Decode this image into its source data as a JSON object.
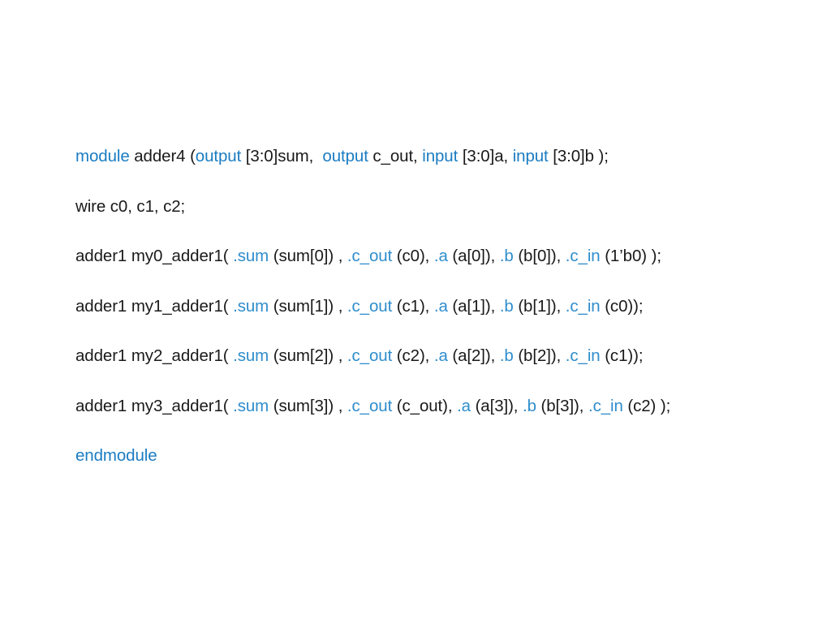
{
  "slide": {
    "background_color": "#ffffff",
    "text_color": "#1a1a1a",
    "keyword_color": "#1b7cc2",
    "port_color": "#2f8dcc",
    "language": "Verilog"
  },
  "code": {
    "lines": [
      {
        "id": "module-declaration",
        "tokens": [
          {
            "t": "module",
            "k": "kw"
          },
          {
            "t": " adder4 (",
            "k": "plain"
          },
          {
            "t": "output",
            "k": "kw"
          },
          {
            "t": " [3:0]sum,  ",
            "k": "plain"
          },
          {
            "t": "output",
            "k": "kw"
          },
          {
            "t": " c_out, ",
            "k": "plain"
          },
          {
            "t": "input",
            "k": "kw"
          },
          {
            "t": " [3:0]a, ",
            "k": "plain"
          },
          {
            "t": "input",
            "k": "kw"
          },
          {
            "t": " [3:0]b );",
            "k": "plain"
          }
        ]
      },
      {
        "id": "wire-declaration",
        "tokens": [
          {
            "t": "wire c0, c1, c2;",
            "k": "plain"
          }
        ]
      },
      {
        "id": "instance-my0-adder1",
        "tokens": [
          {
            "t": "adder1 my0_adder1( ",
            "k": "plain"
          },
          {
            "t": ".sum",
            "k": "port"
          },
          {
            "t": " (sum[0]) , ",
            "k": "plain"
          },
          {
            "t": ".c_out",
            "k": "port"
          },
          {
            "t": " (c0), ",
            "k": "plain"
          },
          {
            "t": ".a",
            "k": "port"
          },
          {
            "t": " (a[0]), ",
            "k": "plain"
          },
          {
            "t": ".b",
            "k": "port"
          },
          {
            "t": " (b[0]), ",
            "k": "plain"
          },
          {
            "t": ".c_in",
            "k": "port"
          },
          {
            "t": " (1’b0) );",
            "k": "plain"
          }
        ]
      },
      {
        "id": "instance-my1-adder1",
        "tokens": [
          {
            "t": "adder1 my1_adder1( ",
            "k": "plain"
          },
          {
            "t": ".sum",
            "k": "port"
          },
          {
            "t": " (sum[1]) , ",
            "k": "plain"
          },
          {
            "t": ".c_out",
            "k": "port"
          },
          {
            "t": " (c1), ",
            "k": "plain"
          },
          {
            "t": ".a",
            "k": "port"
          },
          {
            "t": " (a[1]), ",
            "k": "plain"
          },
          {
            "t": ".b",
            "k": "port"
          },
          {
            "t": " (b[1]), ",
            "k": "plain"
          },
          {
            "t": ".c_in",
            "k": "port"
          },
          {
            "t": " (c0));",
            "k": "plain"
          }
        ]
      },
      {
        "id": "instance-my2-adder1",
        "tokens": [
          {
            "t": "adder1 my2_adder1( ",
            "k": "plain"
          },
          {
            "t": ".sum",
            "k": "port"
          },
          {
            "t": " (sum[2]) , ",
            "k": "plain"
          },
          {
            "t": ".c_out",
            "k": "port"
          },
          {
            "t": " (c2), ",
            "k": "plain"
          },
          {
            "t": ".a",
            "k": "port"
          },
          {
            "t": " (a[2]), ",
            "k": "plain"
          },
          {
            "t": ".b",
            "k": "port"
          },
          {
            "t": " (b[2]), ",
            "k": "plain"
          },
          {
            "t": ".c_in",
            "k": "port"
          },
          {
            "t": " (c1));",
            "k": "plain"
          }
        ]
      },
      {
        "id": "instance-my3-adder1",
        "tokens": [
          {
            "t": "adder1 my3_adder1( ",
            "k": "plain"
          },
          {
            "t": ".sum",
            "k": "port"
          },
          {
            "t": " (sum[3]) , ",
            "k": "plain"
          },
          {
            "t": ".c_out",
            "k": "port"
          },
          {
            "t": " (c_out), ",
            "k": "plain"
          },
          {
            "t": ".a",
            "k": "port"
          },
          {
            "t": " (a[3]), ",
            "k": "plain"
          },
          {
            "t": ".b",
            "k": "port"
          },
          {
            "t": " (b[3]), ",
            "k": "plain"
          },
          {
            "t": ".c_in",
            "k": "port"
          },
          {
            "t": " (c2) );",
            "k": "plain"
          }
        ]
      },
      {
        "id": "endmodule",
        "tokens": [
          {
            "t": "endmodule",
            "k": "kw"
          }
        ]
      }
    ]
  }
}
